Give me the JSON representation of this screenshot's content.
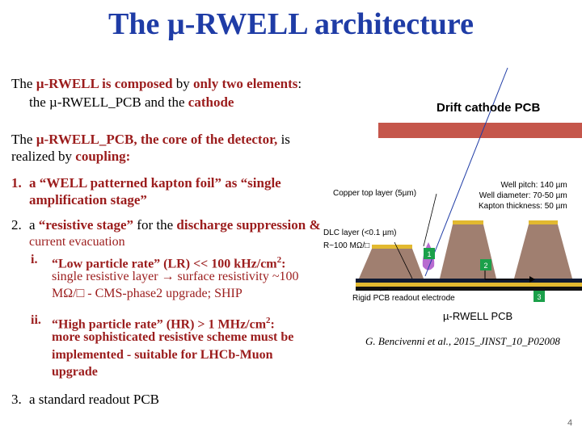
{
  "title": "The µ-RWELL architecture",
  "intro": {
    "l1_a": "The ",
    "l1_b": "µ-RWELL is composed ",
    "l1_c": "by ",
    "l1_d": "only two elements",
    "l1_e": ":",
    "l2_a": "the  µ-RWELL_PCB and the ",
    "l2_b": "cathode"
  },
  "core": {
    "l1_a": "The ",
    "l1_b": "µ-RWELL_PCB, the core of the detector,",
    "l1_c": " is",
    "l2_a": "realized by ",
    "l2_b": "coupling:"
  },
  "item1": {
    "num": "1.",
    "l1": "a “WELL patterned kapton foil” as “single",
    "l2": "amplification stage”"
  },
  "item2": {
    "num": "2.",
    "l1_a": "a ",
    "l1_b": "“resistive stage”",
    "l1_c": "  for the ",
    "l1_d": "discharge suppression &",
    "l2": "current evacuation",
    "i_num": "i.",
    "i_l1_a": "“Low particle rate” (LR) << 100 kHz/cm",
    "i_l1_sup": "2",
    "i_l1_b": ":",
    "i_l2_a": "single resistive layer ",
    "i_l2_arrow": "→",
    "i_l2_b": " surface resistivity ~100",
    "i_l3_a": "MΩ/",
    "i_l3_box": "□",
    "i_l3_b": "  - ",
    "i_l3_c": "CMS-phase2 upgrade; SHIP",
    "ii_num": "ii.",
    "ii_l1_a": "“High particle rate”  (HR)  > 1 MHz/cm",
    "ii_l1_sup": "2",
    "ii_l1_b": ":",
    "ii_l2": "more sophisticated resistive scheme must be",
    "ii_l3_a": "implemented - ",
    "ii_l3_b": "suitable for LHCb-Muon",
    "ii_l4": "upgrade"
  },
  "item3": {
    "num": "3.",
    "text": "a standard readout PCB"
  },
  "diagram": {
    "drift_label": "Drift cathode PCB",
    "copper_label": "Copper top layer (5µm)",
    "well_pitch": "Well pitch: 140 µm",
    "well_diameter": "Well diameter: 70-50 µm",
    "kapton_thickness": "Kapton thickness:  50 µm",
    "dlc_label": "DLC  layer (<0.1 µm)",
    "dlc_resistivity": "R~100 MΩ/□",
    "readout_label": "Rigid PCB readout electrode",
    "marker_1": "1",
    "marker_2": "2",
    "marker_3": "3",
    "pcb_label": "µ-RWELL PCB",
    "citation": "G. Bencivenni et al., 2015_JINST_10_P02008"
  },
  "page_number": "4",
  "colors": {
    "title": "#1f3ca6",
    "emphasis": "#9b1c1c",
    "cathode": "#c5564b",
    "kapton": "#a07f70",
    "dlc": "#0f1a33",
    "copper": "#e2b930",
    "readout": "#111111",
    "marker": "#1ba04a",
    "drop": "#b86bd0"
  }
}
